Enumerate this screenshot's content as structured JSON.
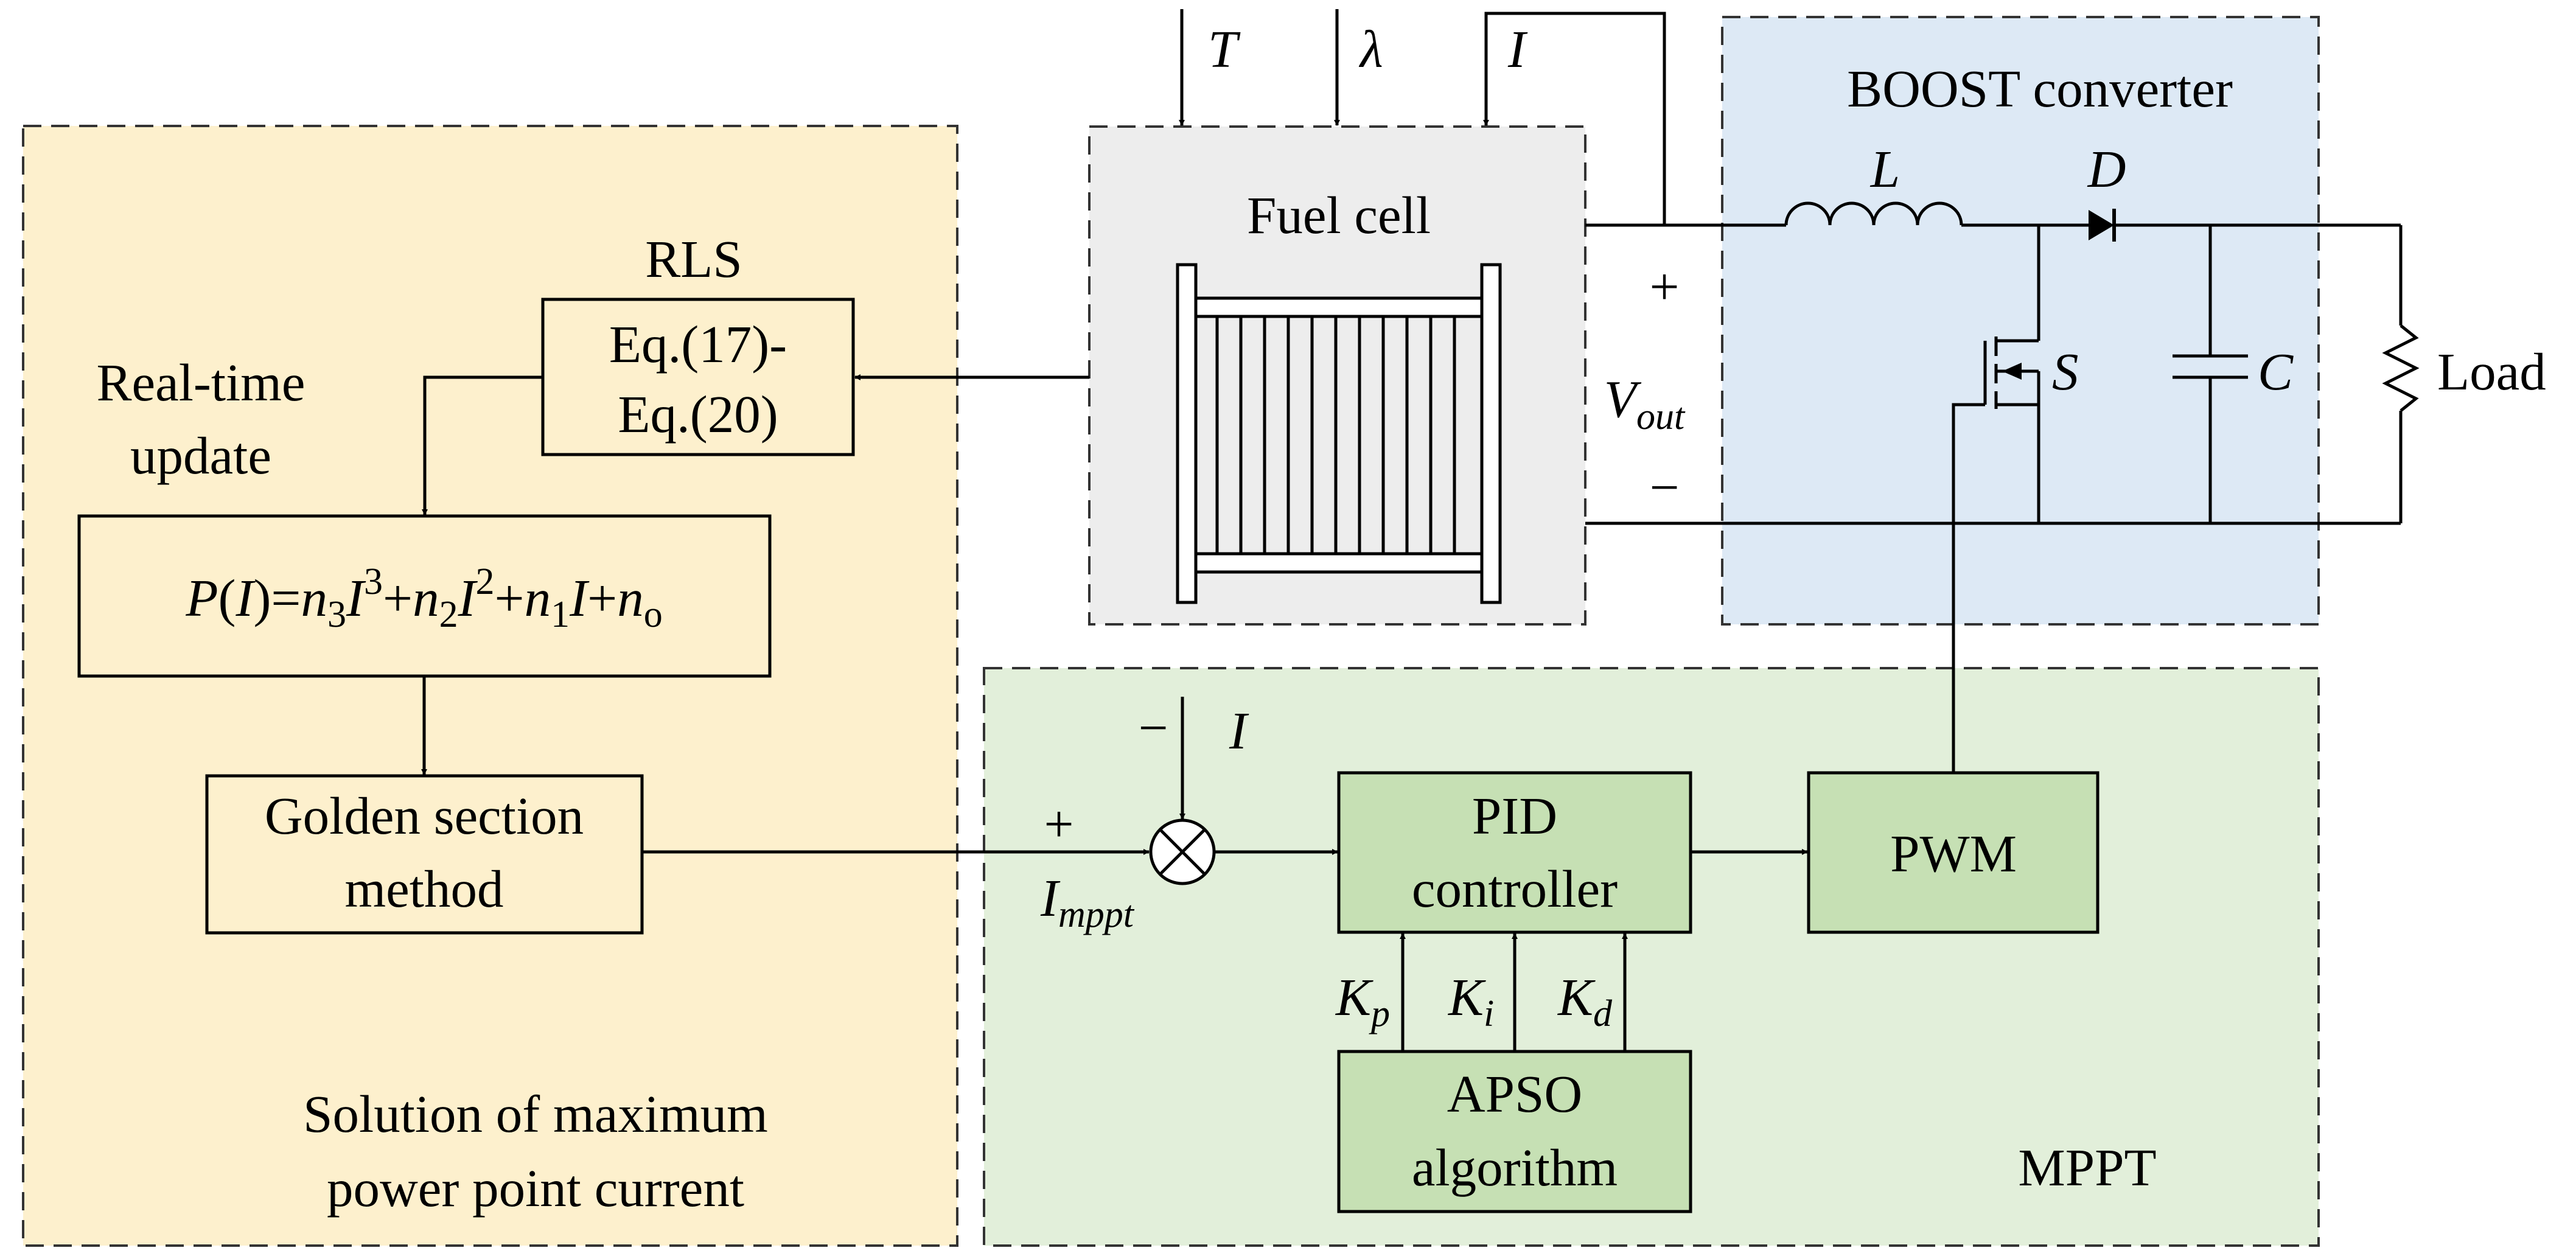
{
  "regions": {
    "left_title_line1": "Solution of maximum",
    "left_title_line2": "power point current",
    "boost_title": "BOOST converter",
    "mppt_title": "MPPT",
    "fuel_cell_title": "Fuel cell"
  },
  "left_panel": {
    "rls_label": "RLS",
    "rls_line1": "Eq.(17)-",
    "rls_line2": "Eq.(20)",
    "update_line1": "Real-time",
    "update_line2": "update",
    "poly_P": "P",
    "poly_I": "I",
    "poly_eq": "=",
    "poly_n": "n",
    "poly_sub3": "3",
    "poly_sub2": "2",
    "poly_sub1": "1",
    "poly_sub0": "o",
    "poly_sup3": "3",
    "poly_sup2": "2",
    "poly_plus": "+",
    "golden_line1": "Golden section",
    "golden_line2": "method"
  },
  "fuel_cell_inputs": {
    "temperature": "T",
    "lambda": "λ",
    "current": "I"
  },
  "boost": {
    "inductor": "L",
    "diode": "D",
    "switch": "S",
    "capacitor": "C",
    "load": "Load",
    "plus": "+",
    "minus": "−",
    "vout_main": "V",
    "vout_sub": "out"
  },
  "mppt": {
    "sum_minus": "−",
    "sum_plus": "+",
    "feedback_current": "I",
    "impp_main": "I",
    "impp_sub": "mppt",
    "pid_line1": "PID",
    "pid_line2": "controller",
    "pwm": "PWM",
    "apso_line1": "APSO",
    "apso_line2": "algorithm",
    "k_main": "K",
    "kp_sub": "p",
    "ki_sub": "i",
    "kd_sub": "d"
  },
  "colors": {
    "left_panel_fill": "#fdf0cd",
    "fuel_cell_fill": "#ededed",
    "boost_fill": "#dde9f5",
    "mppt_fill": "#e2efda",
    "block_fill": "#c6e0b4"
  }
}
